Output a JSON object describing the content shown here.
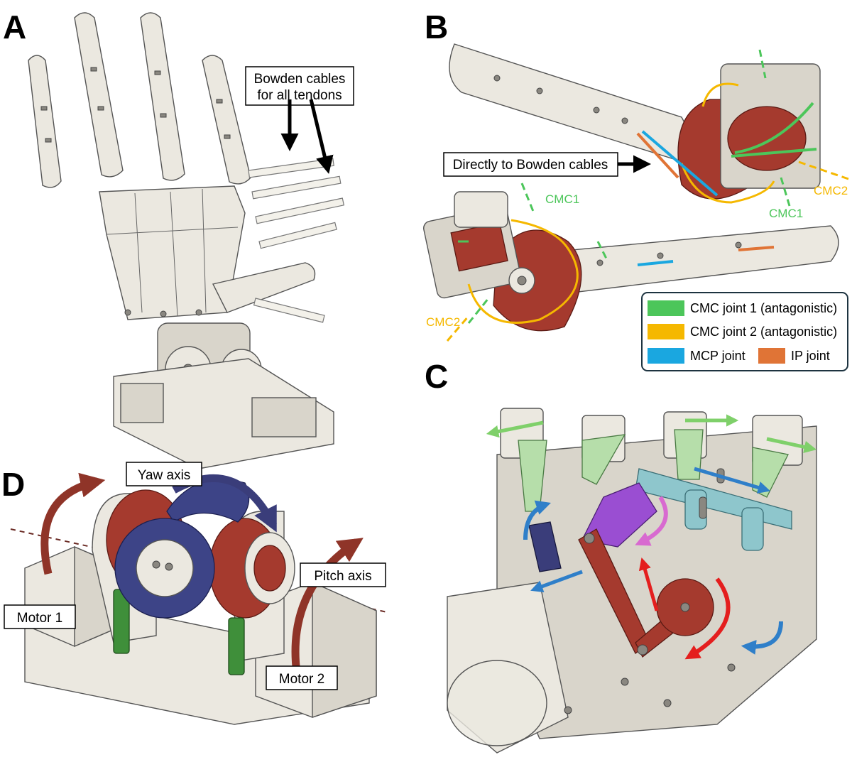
{
  "panels": {
    "a": "A",
    "b": "B",
    "c": "C",
    "d": "D"
  },
  "callouts": {
    "bowden_line1": "Bowden cables",
    "bowden_line2": "for all tendons",
    "directly_to_bowden": "Directly to Bowden cables",
    "yaw_axis": "Yaw axis",
    "pitch_axis": "Pitch axis",
    "motor1": "Motor 1",
    "motor2": "Motor 2"
  },
  "joint_labels": {
    "cmc1_top": "CMC1",
    "cmc1_bottom": "CMC1",
    "cmc2_right": "CMC2",
    "cmc2_left": "CMC2"
  },
  "legend": [
    {
      "label": "CMC joint 1 (antagonistic)",
      "color": "#4cc65a"
    },
    {
      "label": "CMC joint 2 (antagonistic)",
      "color": "#f5b800"
    },
    {
      "label": "MCP joint",
      "color": "#1aa7e0"
    },
    {
      "label": "IP joint",
      "color": "#e07436"
    }
  ],
  "colors": {
    "cmc1": "#4cc65a",
    "cmc2": "#f5b800",
    "mcp": "#1aa7e0",
    "ip": "#e07436",
    "gear_red": "#a53a2e",
    "gear_blue": "#3d4487",
    "gear_green": "#3f8f3a",
    "arrow_red": "#8f3428",
    "arrow_navy": "#3a3d7a",
    "legend_border": "#1d3340"
  }
}
